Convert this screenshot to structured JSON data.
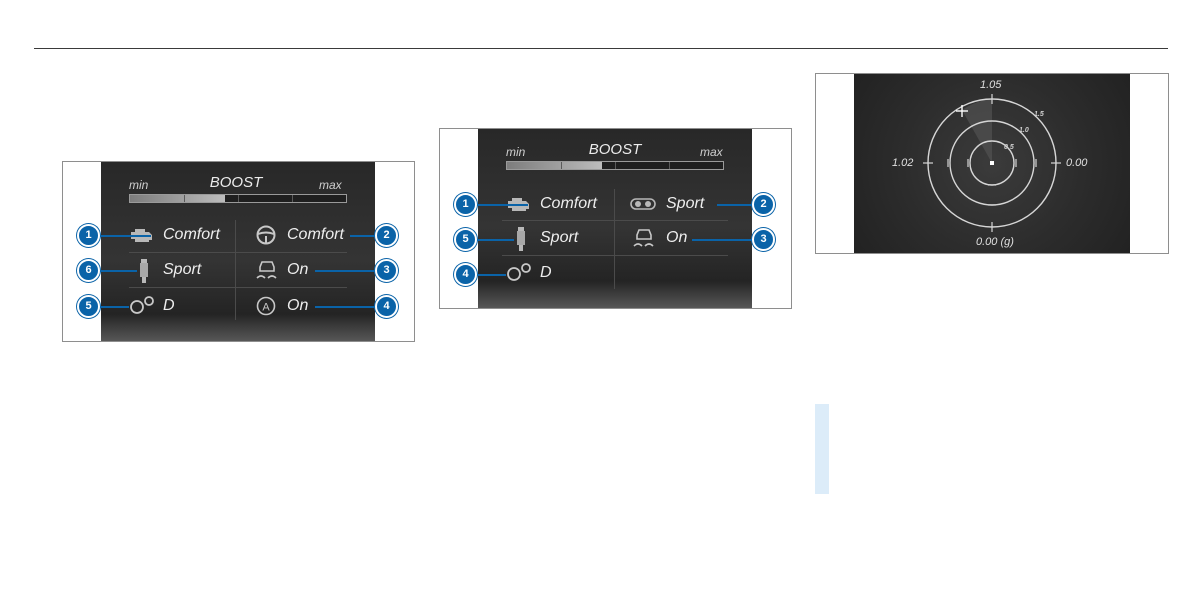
{
  "boost": {
    "title": "BOOST",
    "min": "min",
    "max": "max",
    "level": 0.44
  },
  "panel1": {
    "rows": [
      {
        "callout": "1",
        "icon": "engine-icon",
        "value": "Comfort"
      },
      {
        "callout": "2",
        "icon": "steering-wheel-icon",
        "value": "Comfort"
      },
      {
        "callout": "6",
        "icon": "suspension-icon",
        "value": "Sport"
      },
      {
        "callout": "3",
        "icon": "esp-icon",
        "value": "On"
      },
      {
        "callout": "5",
        "icon": "transmission-icon",
        "value": "D"
      },
      {
        "callout": "4",
        "icon": "eco-start-stop-icon",
        "value": "On"
      }
    ]
  },
  "panel2": {
    "rows": [
      {
        "callout": "1",
        "icon": "engine-icon",
        "value": "Comfort"
      },
      {
        "callout": "2",
        "icon": "awd-icon",
        "value": "Sport"
      },
      {
        "callout": "5",
        "icon": "suspension-icon",
        "value": "Sport"
      },
      {
        "callout": "3",
        "icon": "esp-icon",
        "value": "On"
      },
      {
        "callout": "4",
        "icon": "transmission-icon",
        "value": "D"
      }
    ]
  },
  "gmeter": {
    "top": "1.05",
    "left": "1.02",
    "right": "0.00",
    "bottom": "0.00 (g)",
    "ring_outer": "1.5",
    "ring_mid": "1.0",
    "ring_inner": "0.5"
  }
}
